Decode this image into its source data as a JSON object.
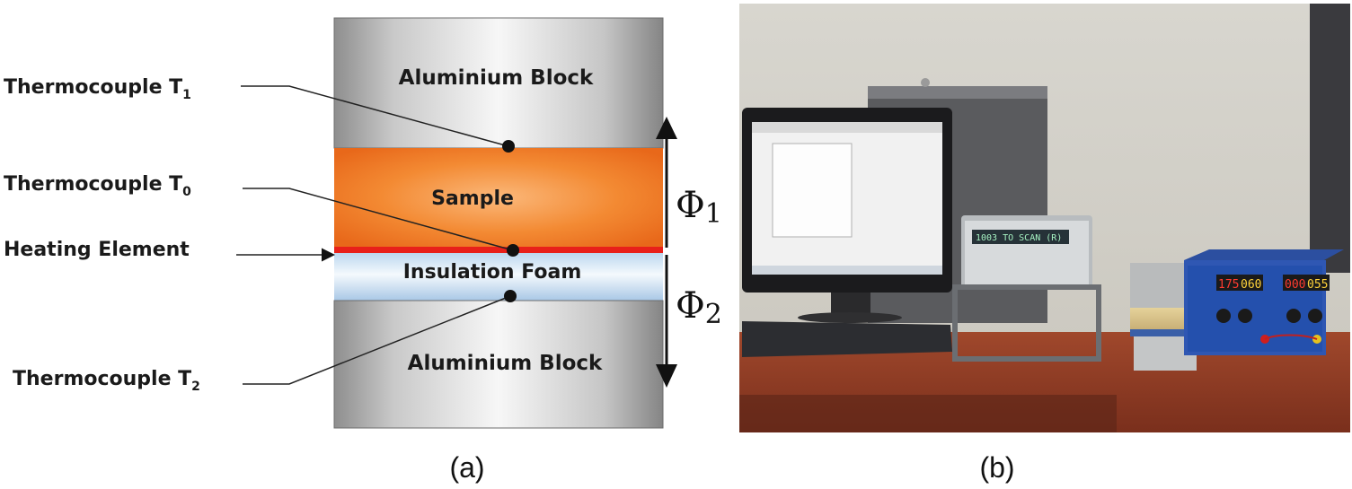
{
  "panel_a": {
    "caption": "(a)",
    "layers": {
      "top_block": "Aluminium Block",
      "sample": "Sample",
      "foam": "Insulation Foam",
      "bottom_block": "Aluminium Block"
    },
    "labels": {
      "t1": {
        "text": "Thermocouple T",
        "sub": "1"
      },
      "t0": {
        "text": "Thermocouple T",
        "sub": "0"
      },
      "heater": {
        "text": "Heating Element"
      },
      "t2": {
        "text": "Thermocouple T",
        "sub": "2"
      }
    },
    "flux": {
      "phi1": {
        "symbol": "Φ",
        "sub": "1"
      },
      "phi2": {
        "symbol": "Φ",
        "sub": "2"
      }
    },
    "colors": {
      "aluminium": "#bdbdbd",
      "sample": "#f07a1e",
      "heater": "#e8201a",
      "foam": "#d8e9f6"
    }
  },
  "panel_b": {
    "caption": "(b)",
    "multimeter_display": "1003 TO SCAN (R)",
    "psu_left": [
      "175",
      "060"
    ],
    "psu_right": [
      "000",
      "055"
    ]
  }
}
